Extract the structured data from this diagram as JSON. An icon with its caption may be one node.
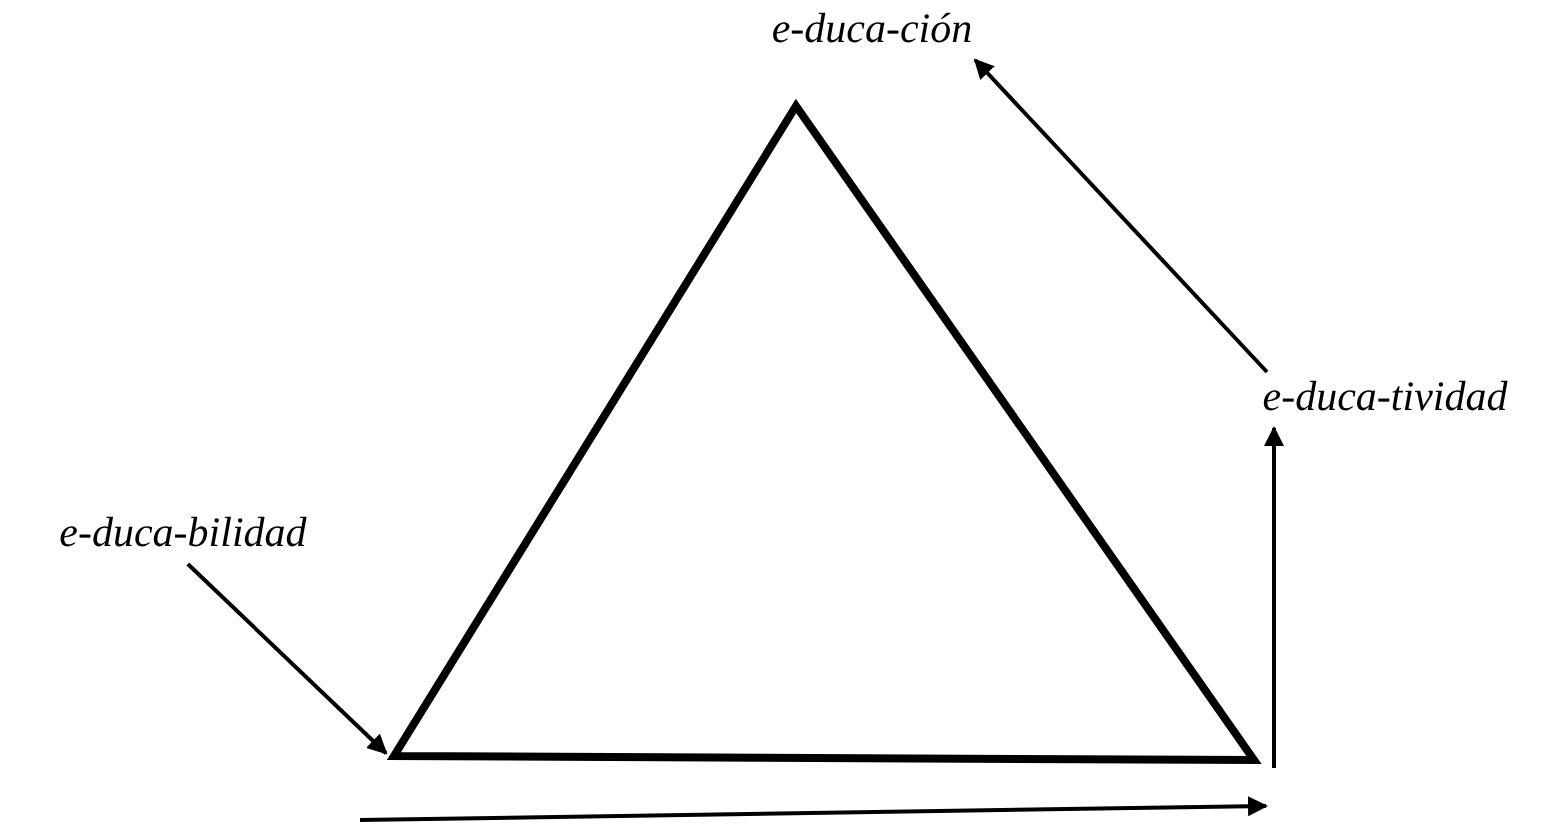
{
  "diagram": {
    "nodes": [
      {
        "text": [
          "e-duca-ción"
        ]
      },
      {
        "text": [
          "e-duca-tividad"
        ]
      },
      {
        "text": [
          "e-duca-bilidad"
        ]
      },
      {
        "text": [],
        "shape": "triangle"
      }
    ],
    "edges": [
      {
        "from": 2,
        "to": 3,
        "arrow": "to"
      },
      {
        "from": 3,
        "to": 1,
        "arrow": "to"
      },
      {
        "from": 1,
        "to": 0,
        "arrow": "to"
      }
    ]
  }
}
